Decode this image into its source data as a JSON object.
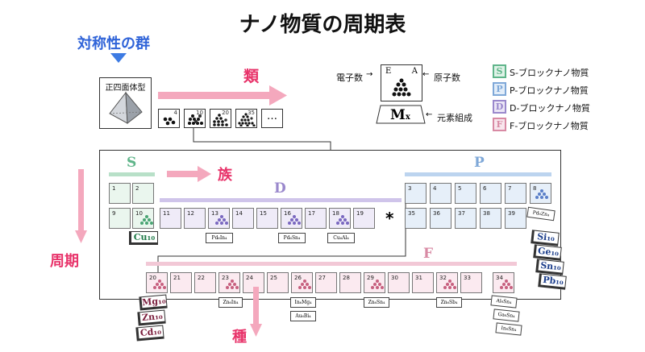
{
  "title": "ナノ物質の周期表",
  "symmetry_group_label": "対称性の群",
  "tetrahedron_label": "正四面体型",
  "type_label": "類",
  "family_label": "族",
  "period_label": "周期",
  "species_label": "種",
  "size_sequence": [
    "4",
    "10",
    "20",
    "35",
    "…"
  ],
  "key": {
    "electron_count": "電子数",
    "atom_count": "原子数",
    "E": "E",
    "A": "A",
    "composition_symbol": "M",
    "composition_sub": "x",
    "composition_label": "元素組成"
  },
  "legend": [
    {
      "letter": "S",
      "text": "S-ブロックナノ物質",
      "color": "#5fb58a",
      "fill": "#dff2e7"
    },
    {
      "letter": "P",
      "text": "P-ブロックナノ物質",
      "color": "#7fa8d8",
      "fill": "#e2edf9"
    },
    {
      "letter": "D",
      "text": "D-ブロックナノ物質",
      "color": "#9a88cc",
      "fill": "#ebe6f6"
    },
    {
      "letter": "F",
      "text": "F-ブロックナノ物質",
      "color": "#d88aa4",
      "fill": "#f8e6ed"
    }
  ],
  "block_labels": {
    "S": "S",
    "P": "P",
    "D": "D",
    "F": "F"
  },
  "row1_s": [
    "1",
    "2"
  ],
  "row1_p": [
    "3",
    "4",
    "5",
    "6",
    "7",
    "8"
  ],
  "row2_s": [
    "9",
    "10"
  ],
  "row2_d": [
    "11",
    "12",
    "13",
    "14",
    "15",
    "16",
    "17",
    "18",
    "19"
  ],
  "row2_p": [
    "35",
    "36",
    "37",
    "38",
    "39"
  ],
  "star": "*",
  "row3_f": [
    "20",
    "21",
    "22",
    "23",
    "24",
    "25",
    "26",
    "27",
    "28",
    "29",
    "30",
    "31",
    "32",
    "33",
    "34"
  ],
  "formulas": {
    "cu10": "Cu₁₀",
    "pd_in": "Pd₆In₄",
    "pd_sn": "Pd₆Sn₄",
    "cu_al": "Cu₆Al₄",
    "pd_zn": "Pd₆Zn₄",
    "zn_in": "Zn₆In₄",
    "in_mg": "In₆Mg₄",
    "au_bi": "Au₆Bi₄",
    "zn_sn": "Zn₆Sn₄",
    "zn_sb": "Zn₆Sb₄",
    "al_sn": "Al₆Sn₄",
    "ga_sn": "Ga₆Sn₄",
    "in_sn": "In₆Sn₄"
  },
  "chips_p": [
    "Si₁₀",
    "Ge₁₀",
    "Sn₁₀",
    "Pb₁₀"
  ],
  "chips_f": [
    "Mg₁₀",
    "Zn₁₀",
    "Cd₁₀"
  ]
}
